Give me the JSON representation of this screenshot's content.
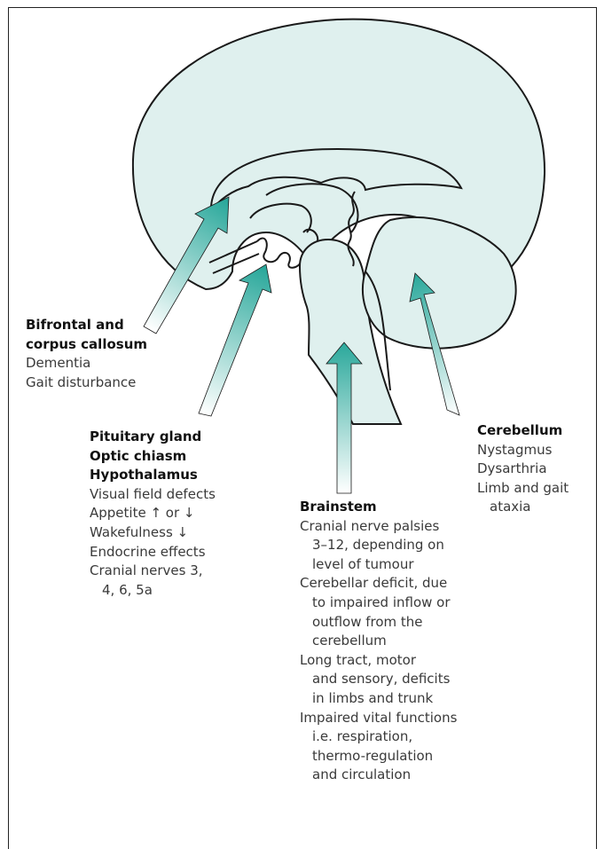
{
  "colors": {
    "fill": "#dff0ee",
    "outline": "#1a1a1a",
    "arrow_head": "#2aa89b",
    "arrow_tail": "#ffffff"
  },
  "labels": {
    "bifrontal": {
      "heading": [
        "Bifrontal and",
        "corpus callosum"
      ],
      "lines": [
        {
          "text": "Dementia",
          "indent": false
        },
        {
          "text": "Gait disturbance",
          "indent": false
        }
      ]
    },
    "pituitary": {
      "heading": [
        "Pituitary gland",
        "Optic chiasm",
        "Hypothalamus"
      ],
      "lines": [
        {
          "text": "Visual field defects",
          "indent": false
        },
        {
          "text": "Appetite ↑ or ↓",
          "indent": false
        },
        {
          "text": "Wakefulness ↓",
          "indent": false
        },
        {
          "text": "Endocrine effects",
          "indent": false
        },
        {
          "text": "Cranial nerves 3,",
          "indent": false
        },
        {
          "text": "4, 6, 5a",
          "indent": true
        }
      ]
    },
    "brainstem": {
      "heading": [
        "Brainstem"
      ],
      "lines": [
        {
          "text": "Cranial nerve palsies",
          "indent": false
        },
        {
          "text": "3–12, depending on",
          "indent": true
        },
        {
          "text": "level of tumour",
          "indent": true
        },
        {
          "text": "Cerebellar deficit, due",
          "indent": false
        },
        {
          "text": "to impaired inflow or",
          "indent": true
        },
        {
          "text": "outflow from the",
          "indent": true
        },
        {
          "text": "cerebellum",
          "indent": true
        },
        {
          "text": "Long tract, motor",
          "indent": false
        },
        {
          "text": "and sensory, deficits",
          "indent": true
        },
        {
          "text": "in limbs and trunk",
          "indent": true
        },
        {
          "text": "Impaired vital functions",
          "indent": false
        },
        {
          "text": "i.e. respiration,",
          "indent": true
        },
        {
          "text": "thermo-regulation",
          "indent": true
        },
        {
          "text": "and circulation",
          "indent": true
        }
      ]
    },
    "cerebellum": {
      "heading": [
        "Cerebellum"
      ],
      "lines": [
        {
          "text": "Nystagmus",
          "indent": false
        },
        {
          "text": "Dysarthria",
          "indent": false
        },
        {
          "text": "Limb and gait",
          "indent": false
        },
        {
          "text": "ataxia",
          "indent": true
        }
      ]
    }
  }
}
